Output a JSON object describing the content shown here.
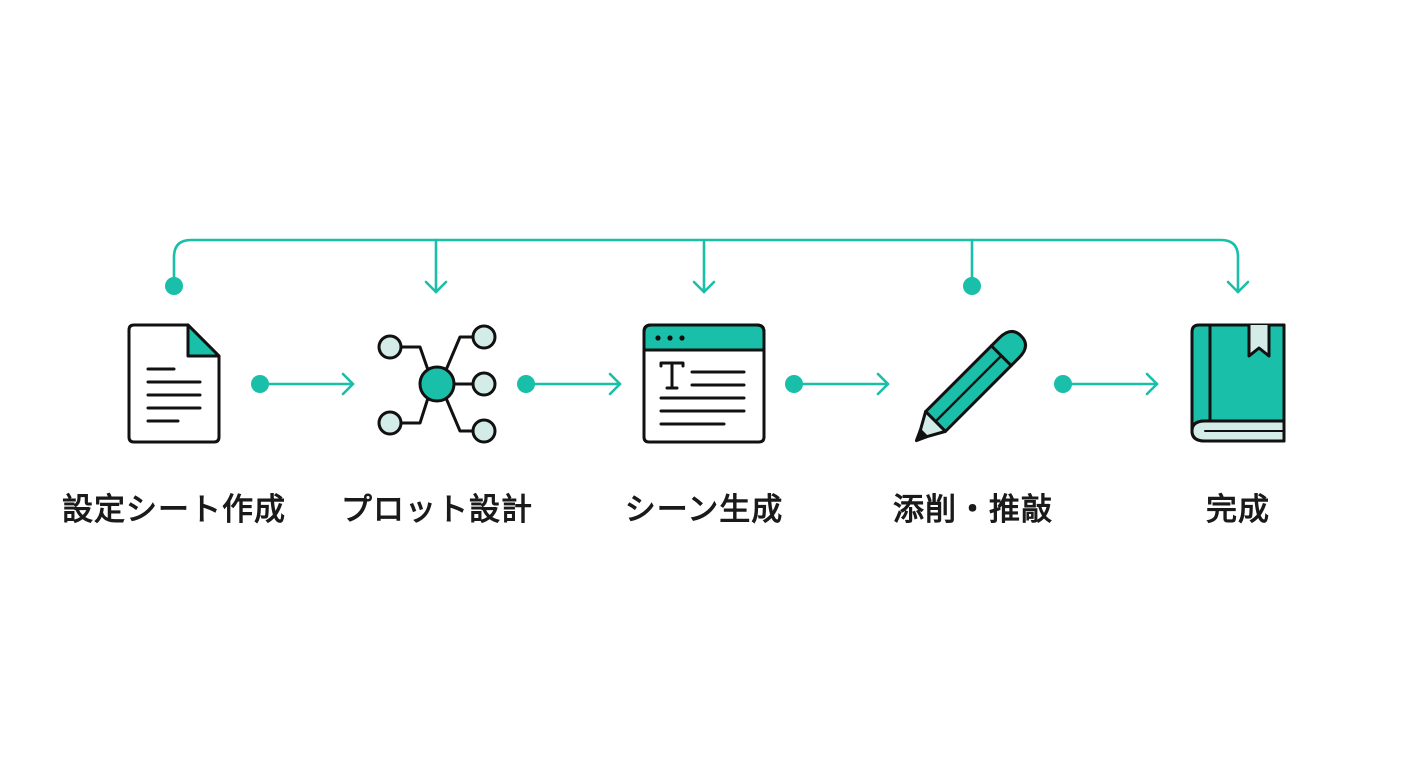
{
  "colors": {
    "accent": "#19bfa8",
    "accent_light": "#d4ece8",
    "outline": "#111111",
    "text": "#1a1a1a"
  },
  "steps": [
    {
      "label": "設定シート作成",
      "icon": "document-icon"
    },
    {
      "label": "プロット設計",
      "icon": "network-nodes-icon"
    },
    {
      "label": "シーン生成",
      "icon": "text-window-icon"
    },
    {
      "label": "添削・推敲",
      "icon": "pencil-icon"
    },
    {
      "label": "完成",
      "icon": "book-icon"
    }
  ]
}
